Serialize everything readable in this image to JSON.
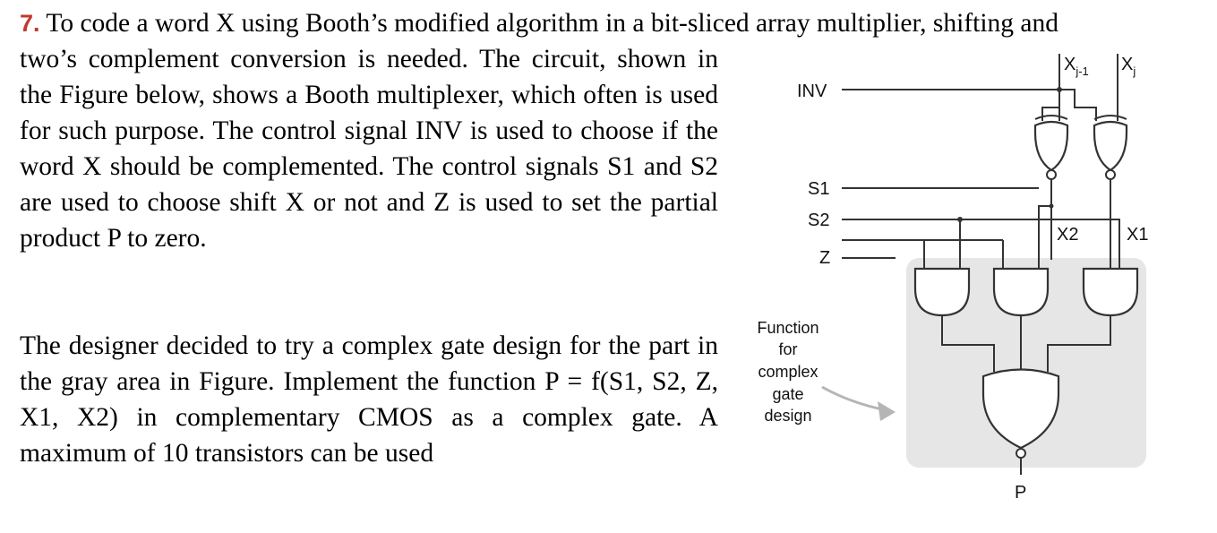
{
  "question": {
    "number": "7.",
    "first_line": "To code a word X using Booth’s modified algorithm in a bit-sliced array multiplier, shifting and",
    "paragraph1": "two’s complement conversion is needed. The circuit, shown in the Figure below, shows a Booth multiplexer, which often is used for such purpose. The control signal INV is used to choose if the word X should be complemented. The control signals S1 and S2 are used to choose shift X or not and Z is used to set the partial product P to zero.",
    "paragraph2": "The designer decided to try a complex gate design for the part in the gray area in Figure. Implement the function P = f(S1, S2, Z, X1, X2) in complementary CMOS as a complex gate. A maximum of 10 transistors can be used"
  },
  "figure": {
    "signals": {
      "inv": "INV",
      "s1": "S1",
      "s2": "S2",
      "z": "Z",
      "x_j_minus_1_base": "X",
      "x_j_minus_1_sub": "j-1",
      "x_j_base": "X",
      "x_j_sub": "j",
      "x2": "X2",
      "x1": "X1",
      "p": "P"
    },
    "annotation": [
      "Function",
      "for",
      "complex",
      "gate",
      "design"
    ],
    "colors": {
      "gray_area": "#e6e6e6",
      "wire": "#333333",
      "arrow": "#b5b5b5",
      "question_number": "#c0392b"
    }
  }
}
